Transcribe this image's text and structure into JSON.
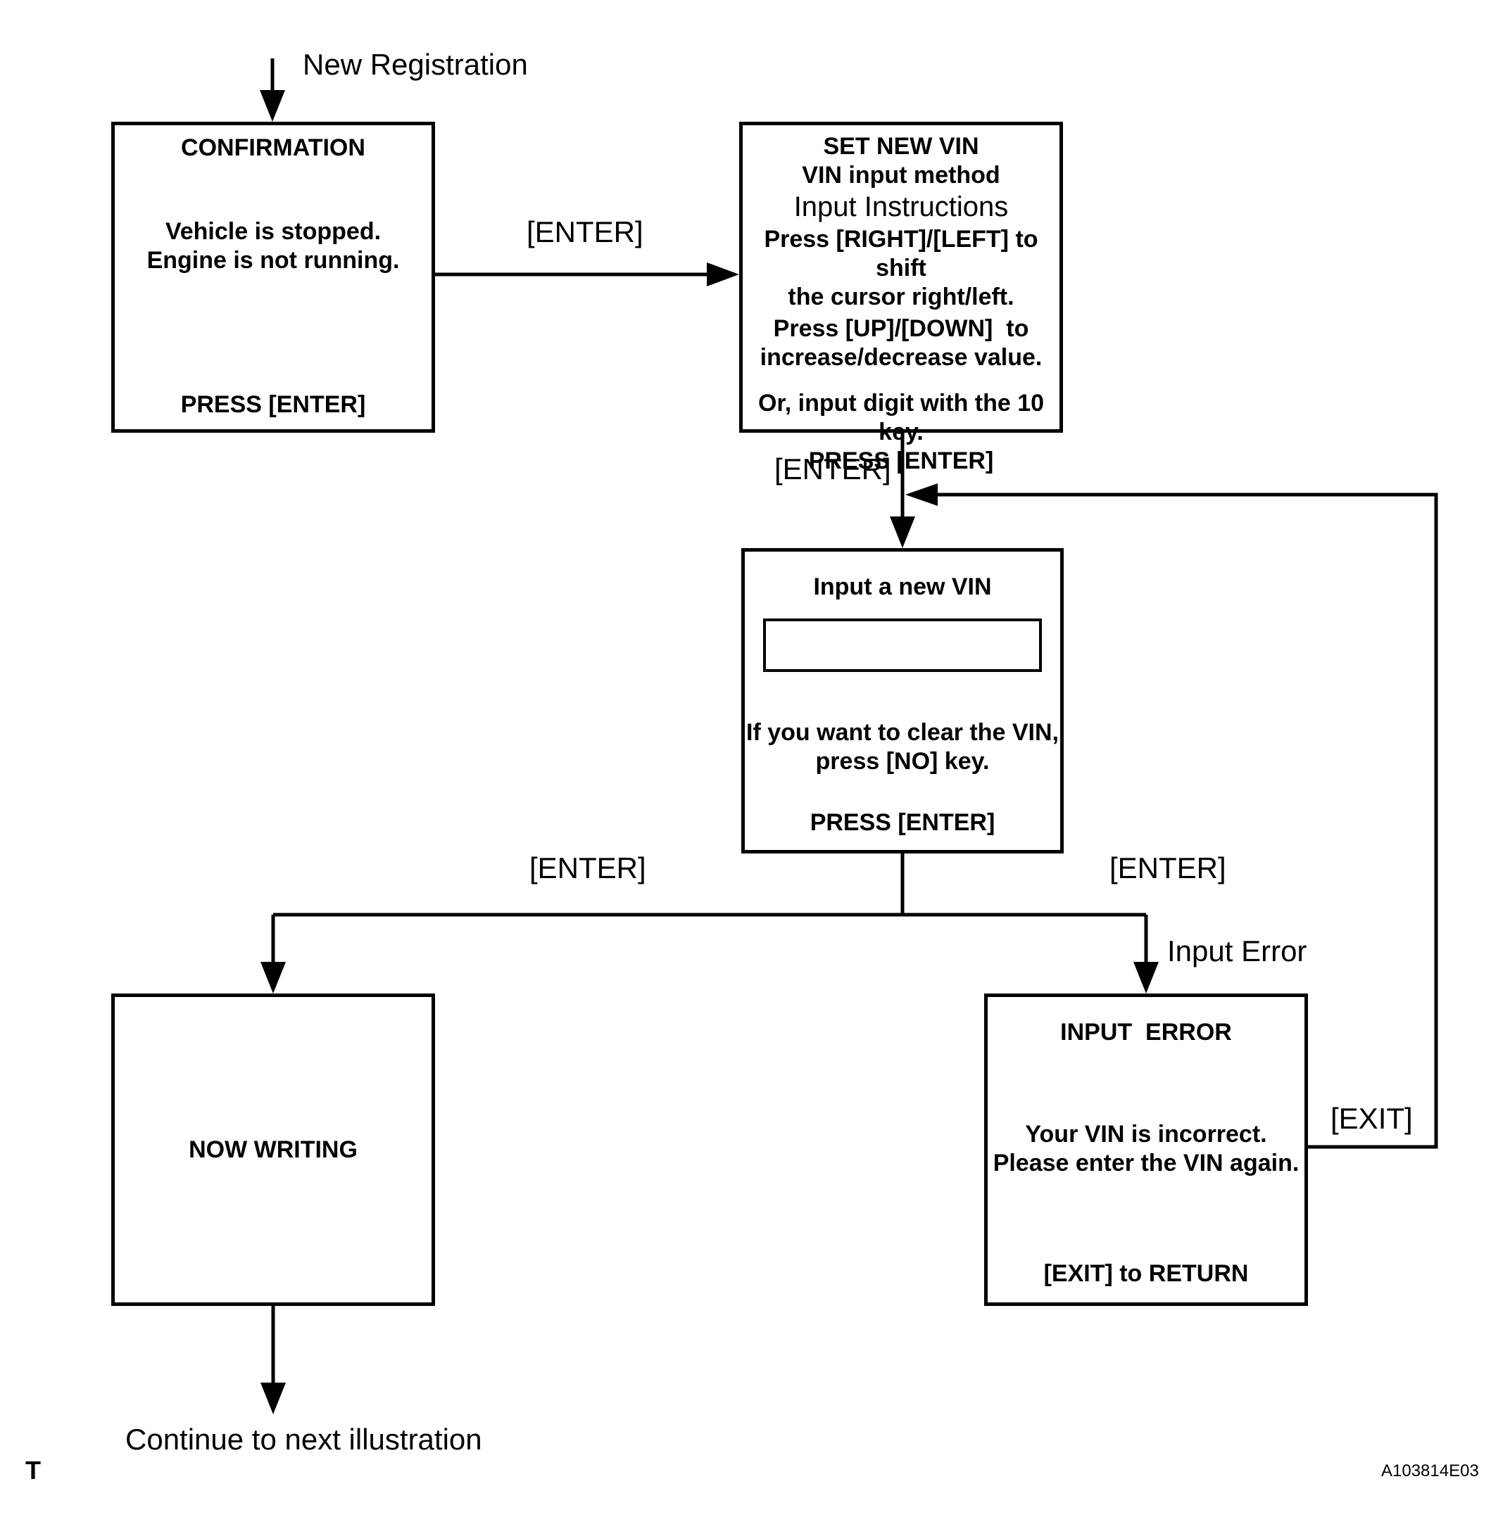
{
  "page": {
    "corner_mark": "T",
    "figure_code": "A103814E03"
  },
  "labels": {
    "entry": "New Registration",
    "enter_box1_to_box2": "[ENTER]",
    "enter_box2_to_box3": "[ENTER]",
    "enter_to_writing": "[ENTER]",
    "enter_to_error": "[ENTER]",
    "input_error": "Input Error",
    "exit": "[EXIT]",
    "continue": "Continue to next illustration"
  },
  "boxes": {
    "confirmation": {
      "title": "CONFIRMATION",
      "line1": "Vehicle is stopped.",
      "line2": "Engine is not running.",
      "footer": "PRESS [ENTER]"
    },
    "set_new_vin": {
      "title": "SET NEW VIN",
      "subtitle": "VIN input method",
      "heading": "Input Instructions",
      "inst1_line1": "Press [RIGHT]/[LEFT] to shift",
      "inst1_line2": "the cursor right/left.",
      "inst2_line1": "Press [UP]/[DOWN]  to",
      "inst2_line2": "increase/decrease value.",
      "inst3": "Or, input digit with the 10 key.",
      "footer": "PRESS [ENTER]"
    },
    "input_new_vin": {
      "title": "Input a new VIN",
      "vin_value": "",
      "note_line1": "If you want to clear the VIN,",
      "note_line2": "press [NO] key.",
      "footer": "PRESS [ENTER]"
    },
    "now_writing": {
      "title": "NOW WRITING"
    },
    "input_error": {
      "title": "INPUT  ERROR",
      "line1": "Your VIN is incorrect.",
      "line2": "Please enter the VIN again.",
      "footer": "[EXIT] to RETURN"
    }
  },
  "colors": {
    "line": "#000000",
    "background": "#ffffff"
  }
}
